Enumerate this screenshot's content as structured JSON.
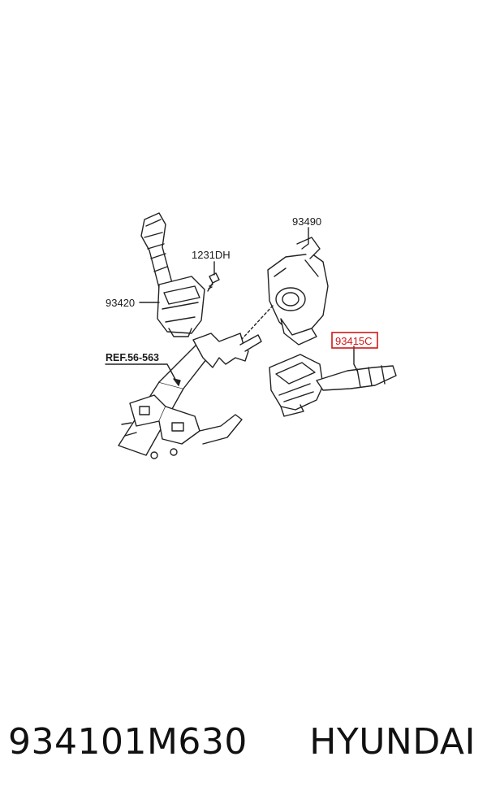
{
  "callouts": {
    "switch_left": "93420",
    "screw": "1231DH",
    "clock_spring": "93490",
    "switch_right": "93415C",
    "reference": "REF.56-563"
  },
  "highlight_color": "#d01818",
  "footer": {
    "part_number": "934101M630",
    "brand": "HYUNDAI"
  }
}
